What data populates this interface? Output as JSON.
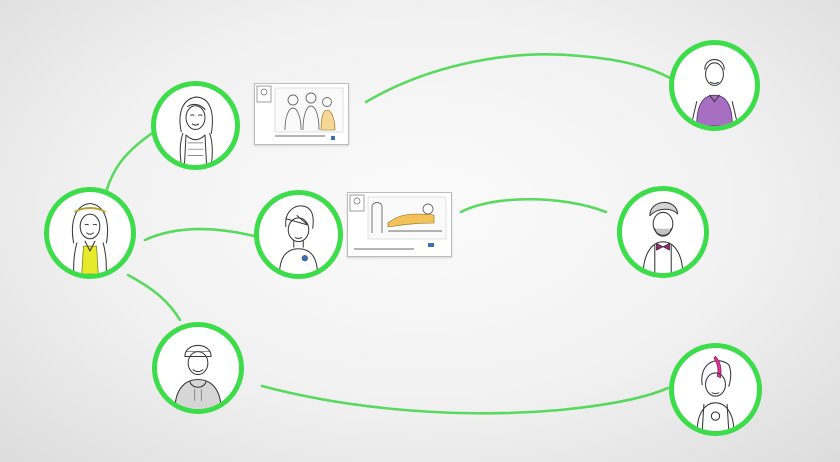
{
  "theme": {
    "background": "#f1f1f1",
    "ring_color": "#3ddc4b",
    "link_color": "#5ad95f",
    "accent_yellow": "#e6ea2b",
    "accent_purple": "#a66fc2",
    "accent_pink": "#e0339b",
    "accent_orange": "#f2b431"
  },
  "diagram": {
    "type": "social-network",
    "nodes": [
      {
        "id": "woman-longhair",
        "icon": "woman-long-hair-portrait"
      },
      {
        "id": "woman-headband",
        "icon": "woman-headband-yellow-top-portrait"
      },
      {
        "id": "boy-fringe",
        "icon": "boy-fringe-badge-portrait"
      },
      {
        "id": "man-beanie",
        "icon": "man-beanie-hoodie-portrait"
      },
      {
        "id": "man-polo",
        "icon": "man-purple-polo-portrait"
      },
      {
        "id": "man-hipster",
        "icon": "man-beard-bowtie-portrait"
      },
      {
        "id": "girl-punk",
        "icon": "girl-pink-streak-portrait"
      }
    ],
    "links": [
      {
        "from": "woman-headband",
        "to": "woman-longhair"
      },
      {
        "from": "woman-headband",
        "to": "boy-fringe"
      },
      {
        "from": "woman-headband",
        "to": "man-beanie"
      },
      {
        "from": "photo-card",
        "to": "man-polo"
      },
      {
        "from": "video-card",
        "to": "man-hipster"
      },
      {
        "from": "man-beanie",
        "to": "girl-punk"
      }
    ],
    "cards": [
      {
        "id": "photo-card",
        "kind": "shared-photo-post",
        "icon": "group-photo-thumbnail"
      },
      {
        "id": "video-card",
        "kind": "shared-video-post",
        "icon": "video-thumbnail"
      }
    ]
  }
}
